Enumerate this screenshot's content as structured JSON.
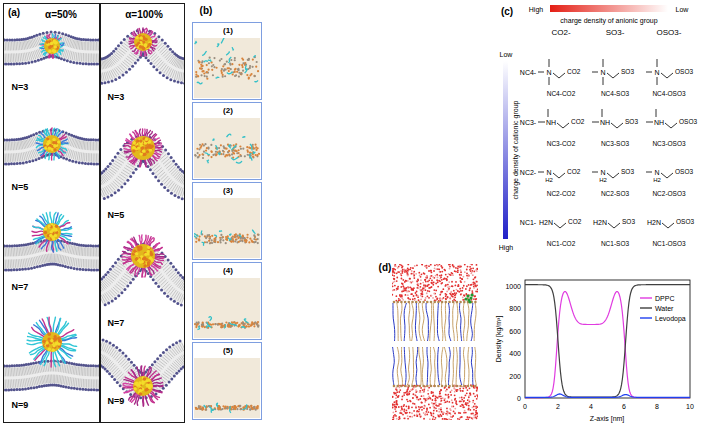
{
  "diagram": {
    "nodes": [
      {
        "text": [
          "α=50%",
          "N=3",
          "N=5",
          "N=7",
          "N=9"
        ]
      },
      {
        "text": [
          "α=100%",
          "N=3",
          "N=5",
          "N=7",
          "N=9"
        ]
      },
      {
        "text": [
          "(1)"
        ]
      },
      {
        "text": [
          "(2)"
        ]
      },
      {
        "text": [
          "(3)"
        ]
      },
      {
        "text": [
          "(4)"
        ]
      },
      {
        "text": [
          "(5)"
        ]
      }
    ],
    "labels": [
      "(a)",
      "(b)",
      "(c)",
      "High",
      "Low",
      "charge density of anionic group",
      "CO2-",
      "SO3-",
      "OSO3-",
      "Low",
      "charge density of cationic group",
      "High",
      "NC4-",
      "NC3-",
      "NC2-",
      "NC1-",
      "N",
      "CO2",
      "NC4-CO2",
      "N",
      "SO3",
      "NC4-SO3",
      "N",
      "OSO3",
      "NC4-OSO3",
      "NH",
      "CO2",
      "NC3-CO2",
      "NH",
      "SO3",
      "NC3-SO3",
      "NH",
      "OSO3",
      "NC3-OSO3",
      "N",
      "H2",
      "CO2",
      "NC2-CO2",
      "N",
      "H2",
      "SO3",
      "NC2-SO3",
      "N",
      "H2",
      "OSO3",
      "NC2-OSO3",
      "H2N",
      "CO2",
      "NC1-CO2",
      "H2N",
      "SO3",
      "NC1-SO3",
      "H2N",
      "OSO3",
      "NC1-OSO3",
      "(d)",
      "Density [kg/m³]",
      "1000",
      "800",
      "600",
      "400",
      "200",
      "0",
      "0",
      "2",
      "4",
      "6",
      "8",
      "10",
      "Z-axis [nm]"
    ],
    "legend": [
      {
        "text": "DPPC"
      },
      {
        "text": "Water"
      },
      {
        "text": "Levodopa"
      }
    ]
  }
}
